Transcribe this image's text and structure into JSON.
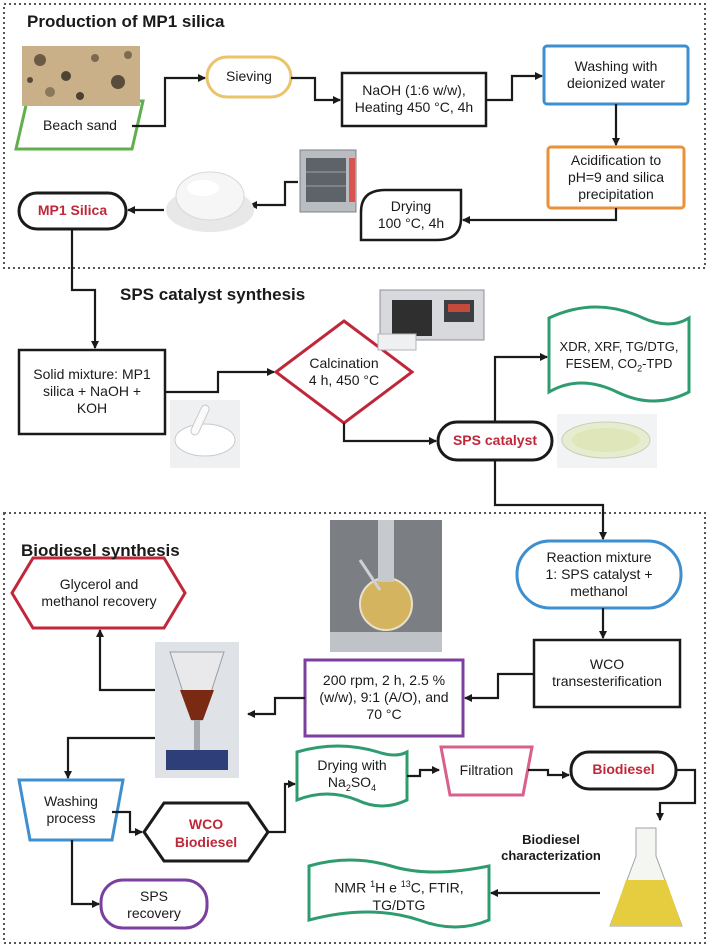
{
  "sections": {
    "s1": "Production of MP1 silica",
    "s2": "SPS catalyst synthesis",
    "s3": "Biodiesel synthesis"
  },
  "nodes": {
    "beach_sand": "Beach sand",
    "sieving": "Sieving",
    "naoh_l1": "NaOH (1:6 w/w),",
    "naoh_l2": "Heating 450 °C, 4h",
    "wash_l1": "Washing with",
    "wash_l2": "deionized water",
    "acid_l1": "Acidification to",
    "acid_l2": "pH=9 and silica",
    "acid_l3": "precipitation",
    "dry_l1": "Drying",
    "dry_l2": "100 °C, 4h",
    "mp1": "MP1 Silica",
    "solid_l1": "Solid mixture: MP1",
    "solid_l2": "silica + NaOH +",
    "solid_l3": "KOH",
    "calc_l1": "Calcination",
    "calc_l2": "4 h, 450 °C",
    "sps": "SPS catalyst",
    "char_l1": "XDR, XRF, TG/DTG,",
    "char_l2": "FESEM, CO",
    "char_sub": "2",
    "char_l2b": "-TPD",
    "react_l1": "Reaction mixture",
    "react_l2": "1: SPS catalyst +",
    "react_l3": "methanol",
    "wco_l1": "WCO",
    "wco_l2": "transesterification",
    "cond_l1": "200 rpm, 2 h, 2.5 %",
    "cond_l2": "(w/w), 9:1 (A/O), and",
    "cond_l3": "70 °C",
    "gly_l1": "Glycerol and",
    "gly_l2": "methanol recovery",
    "washp_l1": "Washing",
    "washp_l2": "process",
    "wcob_l1": "WCO",
    "wcob_l2": "Biodiesel",
    "dryna_l1": "Drying with",
    "dryna_l2": "Na",
    "dryna_sub": "2",
    "dryna_l2b": "SO",
    "dryna_sub2": "4",
    "filtration": "Filtration",
    "biodiesel": "Biodiesel",
    "bchar_l1": "Biodiesel",
    "bchar_l2": "characterization",
    "sps_rec_l1": "SPS",
    "sps_rec_l2": "recovery",
    "nmr_a": "NMR ",
    "nmr_sup1": "1",
    "nmr_b": "H e ",
    "nmr_sup2": "13",
    "nmr_c": "C, FTIR,",
    "nmr_l2": "TG/DTG"
  },
  "colors": {
    "green": "#5fb04c",
    "yellow": "#e9c46a",
    "blue": "#3d8fd0",
    "orange": "#e9923a",
    "red": "#c0283a",
    "teal": "#2f9c6f",
    "purple": "#7b3fa0",
    "pink": "#d9608c",
    "black": "#1a1a1a"
  },
  "icons": [
    "arrow-icon"
  ]
}
